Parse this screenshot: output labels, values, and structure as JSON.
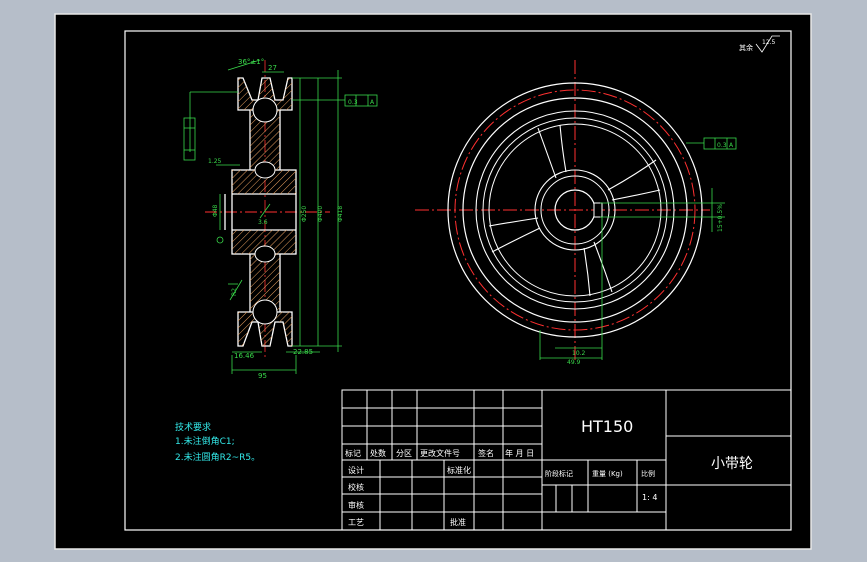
{
  "drawing": {
    "material": "HT150",
    "part_name": "小带轮",
    "tech_requirements": {
      "heading": "技术要求",
      "lines": [
        "1.未注倒角C1;",
        "2.未注圆角R2~R5。"
      ]
    },
    "title_block": {
      "header_row": [
        "标记",
        "处数",
        "分区",
        "更改文件号",
        "签名",
        "年 月 日"
      ],
      "left_labels": [
        "设计",
        "校核",
        "审核",
        "工艺"
      ],
      "mid_labels": [
        "标准化",
        "批准"
      ],
      "info_labels": [
        "阶段标记",
        "重量 (Kg)",
        "比例"
      ],
      "scale": "1: 4"
    },
    "surface_note": "其余",
    "surface_value": "12.5",
    "dimensions": {
      "groove_angle": "36°±1°",
      "top_width": "27",
      "bottom_width": "22.85",
      "hub_width": "95",
      "bottom_left": "16.46",
      "dia_1": "Φ250",
      "dia_2": "Φ400",
      "dia_3": "Φ418",
      "bore": "Φ48",
      "keyway_small": "3.6",
      "runout_left": "0.3",
      "runout_right": "0.3",
      "datum": "A",
      "left_small": "1.25",
      "key_width": "10.2",
      "key_depth": "49.9",
      "right_vertical": "15+0.5%",
      "small_ann": "R2"
    }
  }
}
